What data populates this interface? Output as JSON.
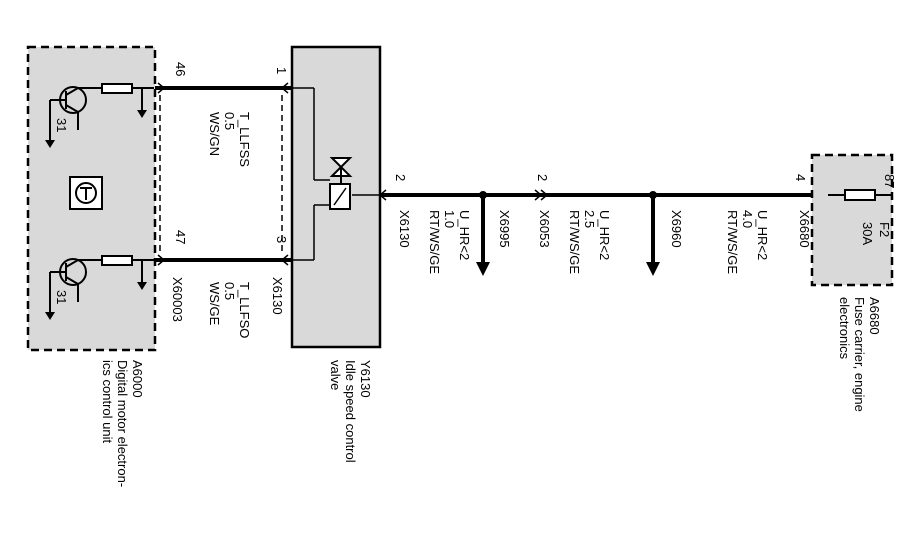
{
  "components": {
    "ecu": {
      "id": "A6000",
      "name_line1": "Digital motor electron-",
      "name_line2": "ics control unit",
      "pin_top": "46",
      "pin_bottom": "47",
      "ground_top": "31",
      "ground_bottom": "31",
      "connector": "X60003"
    },
    "valve": {
      "id": "Y6130",
      "name_line1": "Idle speed control",
      "name_line2": "valve",
      "pin_top": "1",
      "pin_bottom": "3",
      "pin_right": "2",
      "connector": "X6130"
    },
    "fuse": {
      "id": "A6680",
      "name_line1": "Fuse carrier, engine",
      "name_line2": "electronics",
      "fuse_name": "F2",
      "fuse_rating": "30A",
      "pin_fuse": "87",
      "pin_connector": "4",
      "connector": "X6680"
    }
  },
  "wires": {
    "w1": {
      "signal": "T_LLFSS",
      "size": "0.5",
      "color": "WS/GN"
    },
    "w2": {
      "signal": "T_LLFSO",
      "size": "0.5",
      "color": "WS/GE"
    },
    "w3": {
      "signal": "U_HR<2",
      "size": "1.0",
      "color": "RT/WS/GE",
      "connector": "X6130"
    },
    "w4": {
      "signal": "U_HR<2",
      "size": "2.5",
      "color": "RT/WS/GE",
      "connector_left": "X6995",
      "connector_right": "X6053",
      "pin": "2"
    },
    "w5": {
      "signal": "U_HR<2",
      "size": "4.0",
      "color": "RT/WS/GE",
      "connector_left": "X6960",
      "connector_right": "X6680"
    }
  }
}
